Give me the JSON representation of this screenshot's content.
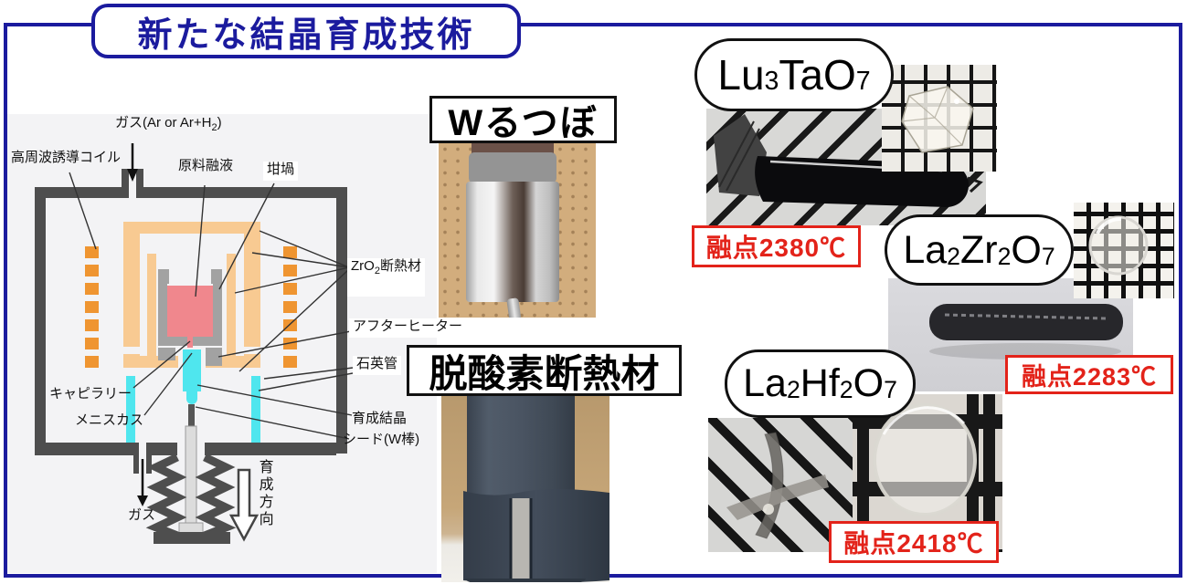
{
  "title": {
    "text": "新たな結晶育成技術"
  },
  "colors": {
    "accent_blue": "#1b1b9e",
    "alert_red": "#e3231a",
    "coil_orange": "#ef9531",
    "insulation_orange": "#f8ca92",
    "melt_pink": "#f0878d",
    "quartz_cyan": "#4fe6ee"
  },
  "diagram": {
    "gas_top": {
      "pre": "ガス(Ar or Ar+H",
      "sub": "2",
      "post": ")"
    },
    "coil_label": "高周波誘導コイル",
    "melt_label": "原料融液",
    "crucible_label": "坩堝",
    "zro2": {
      "pre": "ZrO",
      "sub": "2",
      "post": "断熱材"
    },
    "afterheater_label": "アフターヒーター",
    "quartz_label": "石英管",
    "grown_label": "育成結晶",
    "seed_label": "シード(W棒)",
    "capillary_label": "キャピラリー",
    "meniscus_label": "メニスカス",
    "gas_bottom_label": "ガス",
    "direction_label": "育成方向"
  },
  "equipment": {
    "crucible_box": "Wるつぼ",
    "insulation_box": "脱酸素断熱材"
  },
  "crystals": [
    {
      "f1": "Lu",
      "s1": "3",
      "f2": "TaO",
      "s2": "7",
      "f3": "",
      "s3": "",
      "melting": "融点2380℃"
    },
    {
      "f1": "La",
      "s1": "2",
      "f2": "Zr",
      "s2": "2",
      "f3": "O",
      "s3": "7",
      "melting": "融点2283℃"
    },
    {
      "f1": "La",
      "s1": "2",
      "f2": "Hf",
      "s2": "2",
      "f3": "O",
      "s3": "7",
      "melting": "融点2418℃"
    }
  ]
}
